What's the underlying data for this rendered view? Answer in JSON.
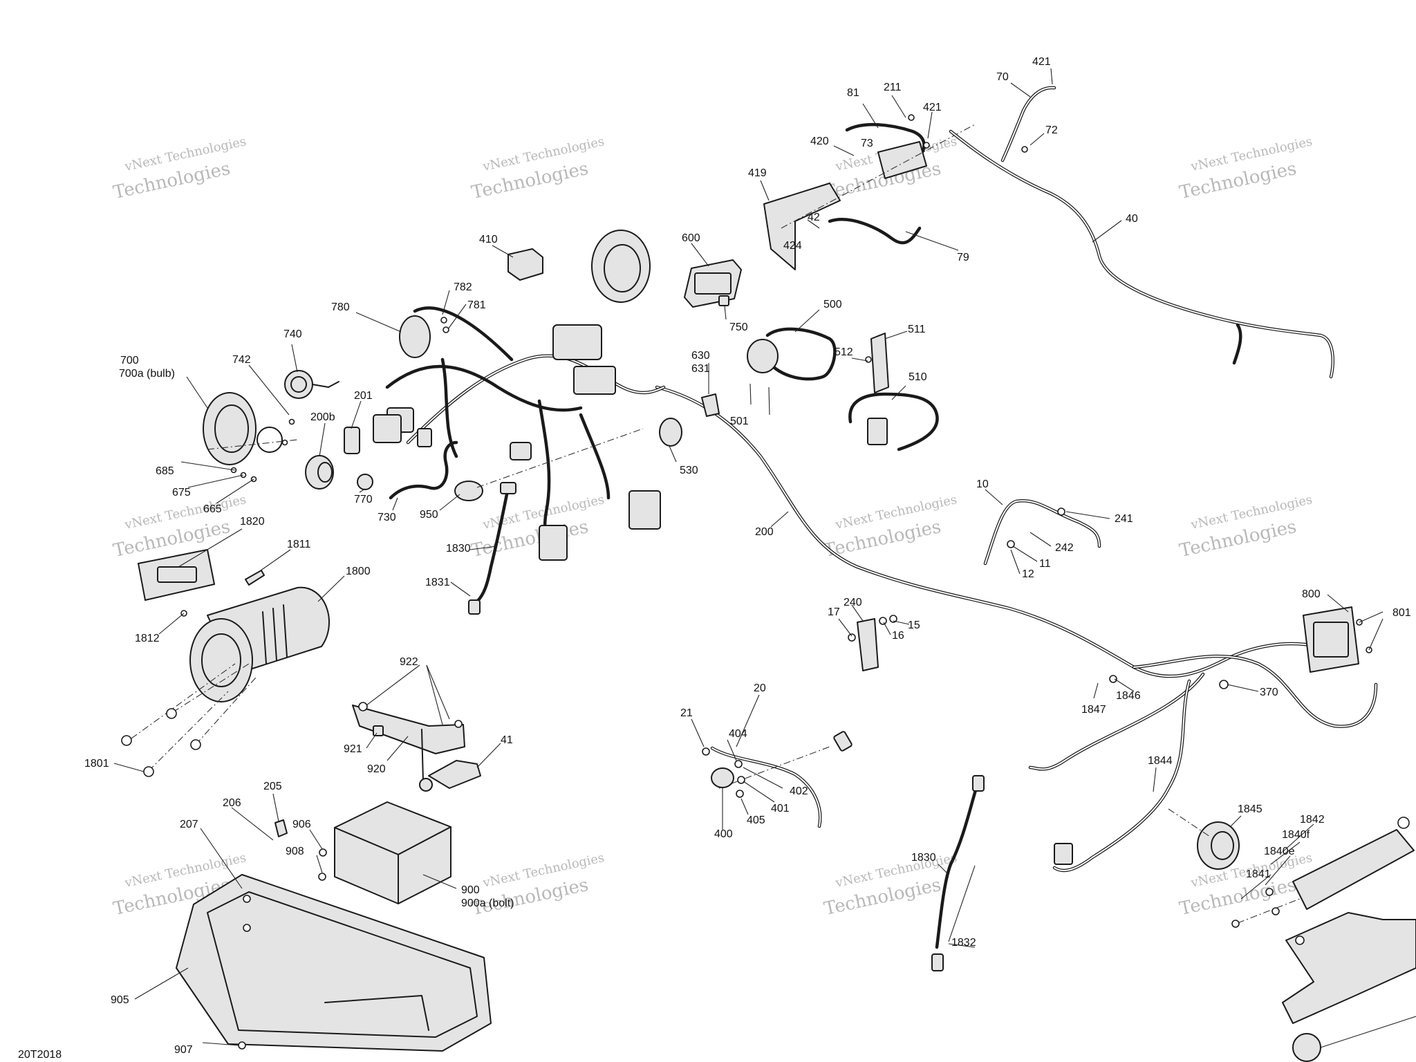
{
  "footer": {
    "code": "20T2018"
  },
  "watermark": {
    "line1": "vNext Technologies",
    "line2": "Technologies"
  },
  "callouts": [
    "421",
    "70",
    "72",
    "211",
    "81",
    "421",
    "420",
    "73",
    "419",
    "42",
    "424",
    "79",
    "40",
    "410",
    "600",
    "750",
    "782",
    "781",
    "780",
    "500",
    "511",
    "512",
    "510",
    "740",
    "742",
    "700",
    "700a (bulb)",
    "201",
    "200b",
    "630",
    "631",
    "501",
    "685",
    "675",
    "665",
    "770",
    "730",
    "950",
    "530",
    "1830",
    "1831",
    "1820",
    "1811",
    "1800",
    "1812",
    "200",
    "10",
    "241",
    "242",
    "11",
    "12",
    "240",
    "17",
    "15",
    "16",
    "800",
    "801",
    "922",
    "41",
    "921",
    "920",
    "20",
    "21",
    "404",
    "402",
    "401",
    "405",
    "400",
    "370",
    "1846",
    "1847",
    "1844",
    "1845",
    "1842",
    "1840f",
    "1840e",
    "1841",
    "1801",
    "205",
    "206",
    "207",
    "906",
    "908",
    "900",
    "900a (bolt)",
    "905",
    "907",
    "1830",
    "1832"
  ]
}
